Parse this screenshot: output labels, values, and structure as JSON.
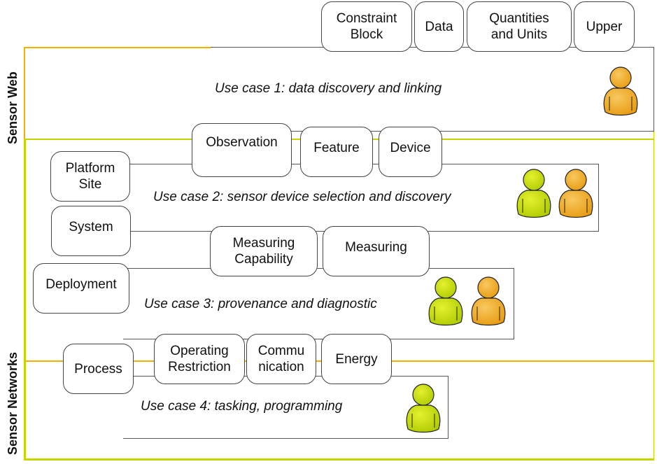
{
  "layers": {
    "sensor_web": "Sensor Web",
    "sensor_networks": "Sensor Networks"
  },
  "colors": {
    "sensor_web_border": "#f0b000",
    "sensor_networks_border": "#c8d400",
    "person_green": "#c4dc00",
    "person_orange": "#f0a818"
  },
  "use_cases": [
    {
      "label": "Use case 1: data discovery and linking",
      "actors": [
        "orange"
      ]
    },
    {
      "label": "Use case 2: sensor device selection and discovery",
      "actors": [
        "green",
        "orange"
      ]
    },
    {
      "label": "Use case 3: provenance and diagnostic",
      "actors": [
        "green",
        "orange"
      ]
    },
    {
      "label": "Use case 4: tasking, programming",
      "actors": [
        "green"
      ]
    }
  ],
  "concepts": {
    "constraint_block": "Constraint\nBlock",
    "data": "Data",
    "quantities_units": "Quantities\nand Units",
    "upper": "Upper",
    "observation": "Observation",
    "feature": "Feature",
    "device": "Device",
    "platform_site": "Platform\nSite",
    "system": "System",
    "measuring_capability": "Measuring\nCapability",
    "measuring": "Measuring",
    "deployment": "Deployment",
    "process": "Process",
    "operating_restriction": "Operating\nRestriction",
    "communication": "Commu\nnication",
    "energy": "Energy"
  }
}
